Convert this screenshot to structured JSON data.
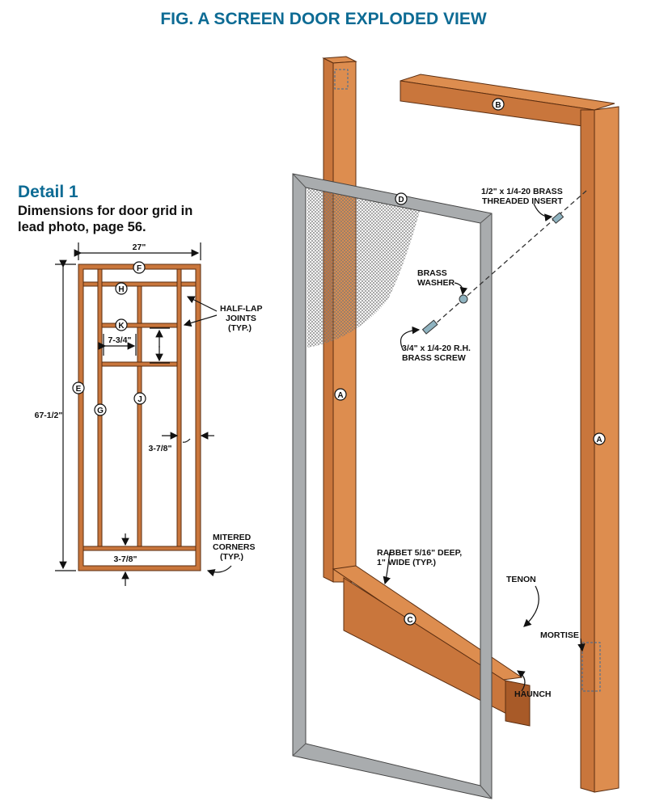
{
  "title": "FIG. A  SCREEN DOOR EXPLODED VIEW",
  "detail": {
    "title": "Detail 1",
    "subtitle_line1": "Dimensions for door grid in",
    "subtitle_line2": "lead photo, page 56.",
    "dims": {
      "width": "27\"",
      "height": "67-1/2\"",
      "pane": "7-3/4\"",
      "side": "3-7/8\"",
      "bottom": "3-7/8\""
    },
    "parts": {
      "F": "F",
      "H": "H",
      "K": "K",
      "E": "E",
      "G": "G",
      "J": "J"
    },
    "callouts": {
      "halflap1": "HALF-LAP",
      "halflap2": "JOINTS",
      "halflap3": "(TYP.)",
      "mitered1": "MITERED",
      "mitered2": "CORNERS",
      "mitered3": "(TYP.)"
    }
  },
  "main": {
    "parts": {
      "A_left": "A",
      "A_right": "A",
      "B": "B",
      "C": "C",
      "D": "D"
    },
    "callouts": {
      "insert1": "1/2\" x 1/4-20 BRASS",
      "insert2": "THREADED INSERT",
      "washer1": "BRASS",
      "washer2": "WASHER",
      "screw1": "3/4\" x 1/4-20 R.H.",
      "screw2": "BRASS SCREW",
      "rabbet1": "RABBET 5/16\" DEEP,",
      "rabbet2": "1\" WIDE (TYP.)",
      "tenon": "TENON",
      "mortise": "MORTISE",
      "haunch": "HAUNCH"
    }
  }
}
